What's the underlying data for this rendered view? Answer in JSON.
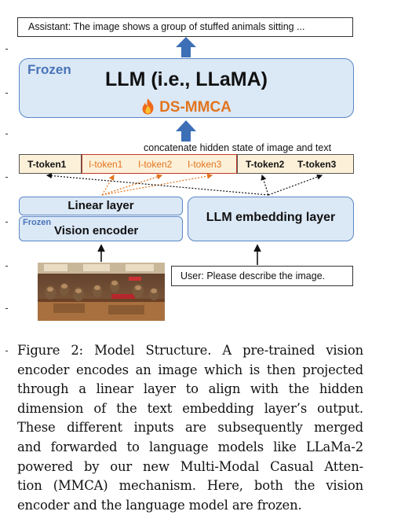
{
  "output_text": "Assistant: The image shows a group of stuffed animals sitting ...",
  "llm": {
    "frozen_label": "Frozen",
    "title": "LLM (i.e., LLaMA)",
    "module": "DS-MMCA"
  },
  "concat_label": "concatenate hidden state of image and text",
  "tokens": {
    "t1": "T-token1",
    "i1": "I-token1",
    "i2": "I-token2",
    "i3": "I-token3",
    "t2": "T-token2",
    "t3": "T-token3"
  },
  "linear_layer": "Linear layer",
  "vision": {
    "frozen_label": "Frozen",
    "label": "Vision encoder"
  },
  "embedding_layer": "LLM embedding layer",
  "user_text": "User: Please describe the image.",
  "colors": {
    "box_fill": "#dbe8f6",
    "box_border": "#5b86c4",
    "arrow": "#3d6fb6",
    "frozen_text": "#4a74b8",
    "orange": "#e2741d",
    "token_fill": "#fdf0d8"
  },
  "caption_lines": [
    "Figure 2: Model Structure. A pre-trained vision",
    "encoder encodes an image which is then projected",
    "through a linear layer to align with the hidden",
    "dimension of the text embedding layer’s output.",
    "These different inputs are subsequently merged",
    "and forwarded to language models like LLaMa-2",
    "powered by our new Multi-Modal Casual Atten-",
    "tion (MMCA) mechanism. Here, both the vision",
    "encoder and the language model are frozen."
  ]
}
